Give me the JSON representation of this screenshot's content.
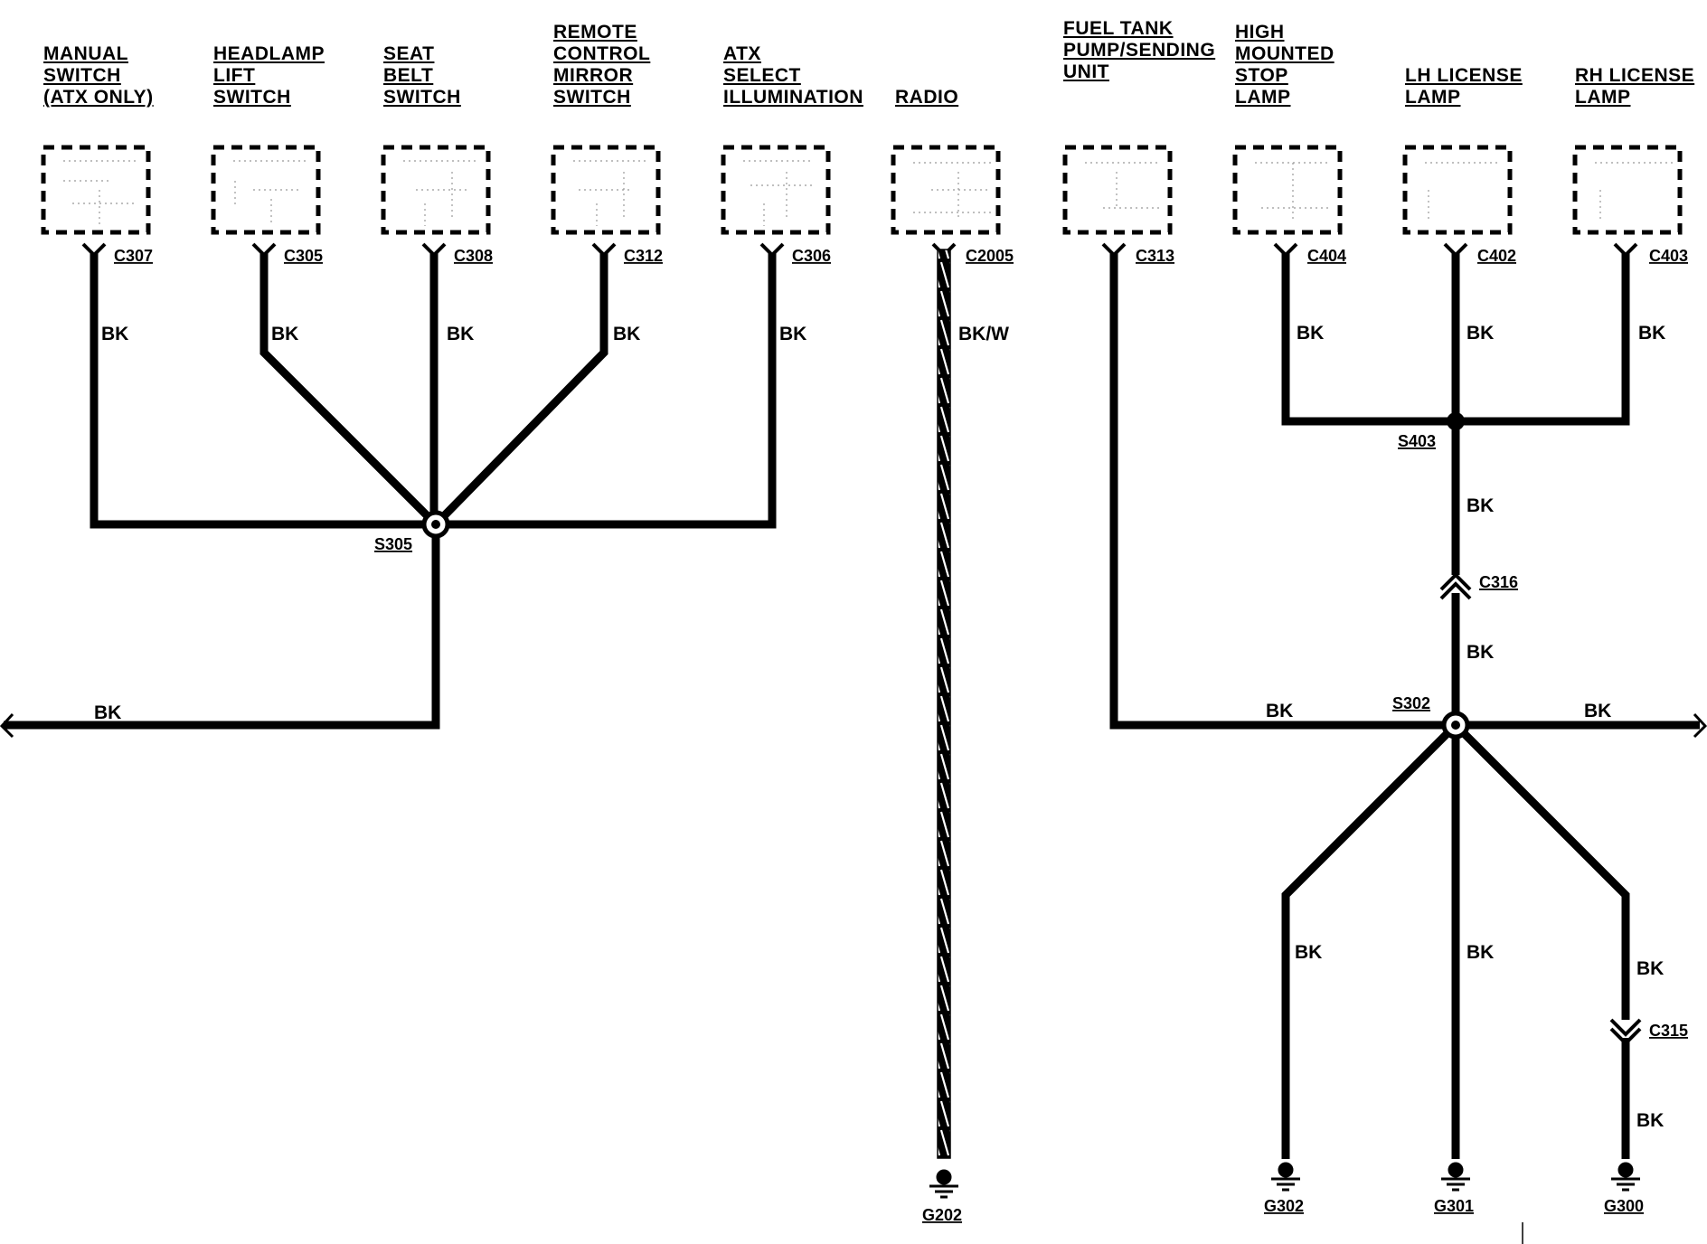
{
  "components": [
    {
      "id": "manual-switch",
      "lines": [
        "MANUAL",
        "SWITCH",
        "(ATX ONLY)"
      ],
      "connector": "C307",
      "wire": "BK"
    },
    {
      "id": "headlamp-lift-switch",
      "lines": [
        "HEADLAMP",
        "LIFT",
        "SWITCH"
      ],
      "connector": "C305",
      "wire": "BK"
    },
    {
      "id": "seat-belt-switch",
      "lines": [
        "SEAT",
        "BELT",
        "SWITCH"
      ],
      "connector": "C308",
      "wire": "BK"
    },
    {
      "id": "remote-control-mirror-switch",
      "lines": [
        "REMOTE",
        "CONTROL",
        "MIRROR",
        "SWITCH"
      ],
      "connector": "C312",
      "wire": "BK"
    },
    {
      "id": "atx-select-illumination",
      "lines": [
        "ATX",
        "SELECT",
        "ILLUMINATION"
      ],
      "connector": "C306",
      "wire": "BK"
    },
    {
      "id": "radio",
      "lines": [
        "RADIO"
      ],
      "connector": "C2005",
      "wire": "BK/W"
    },
    {
      "id": "fuel-tank-pump-sending-unit",
      "lines": [
        "FUEL TANK",
        "PUMP/SENDING",
        "UNIT"
      ],
      "connector": "C313",
      "wire": ""
    },
    {
      "id": "high-mounted-stop-lamp",
      "lines": [
        "HIGH",
        "MOUNTED",
        "STOP",
        "LAMP"
      ],
      "connector": "C404",
      "wire": "BK"
    },
    {
      "id": "lh-license-lamp",
      "lines": [
        "LH LICENSE",
        "LAMP"
      ],
      "connector": "C402",
      "wire": "BK"
    },
    {
      "id": "rh-license-lamp",
      "lines": [
        "RH LICENSE",
        "LAMP"
      ],
      "connector": "C403",
      "wire": "BK"
    }
  ],
  "splices": {
    "s305": "S305",
    "s403": "S403",
    "s302": "S302"
  },
  "inline_connectors": {
    "c316": "C316",
    "c315": "C315"
  },
  "grounds": {
    "g202": "G202",
    "g302": "G302",
    "g301": "G301",
    "g300": "G300"
  },
  "wires": {
    "s305_out": "BK",
    "s403_down": "BK",
    "c316_down": "BK",
    "s302_left": "BK",
    "s302_right": "BK",
    "g302_wire": "BK",
    "g301_wire": "BK",
    "g300_upper": "BK",
    "g300_lower": "BK"
  }
}
